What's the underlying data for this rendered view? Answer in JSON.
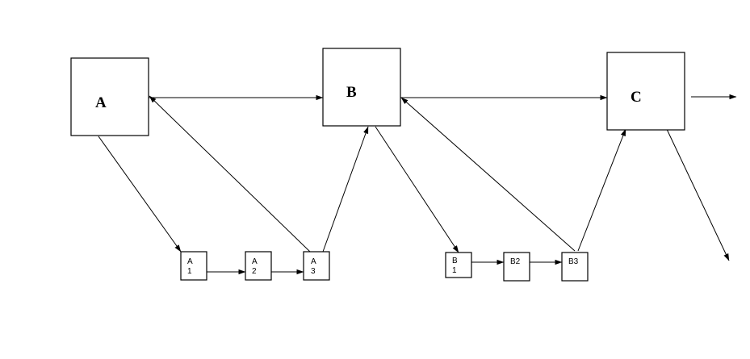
{
  "nodes": {
    "A": {
      "lines": [
        "A"
      ]
    },
    "B": {
      "lines": [
        "B"
      ]
    },
    "C": {
      "lines": [
        "C"
      ]
    },
    "A1": {
      "lines": [
        "A",
        "1"
      ]
    },
    "A2": {
      "lines": [
        "A",
        "2"
      ]
    },
    "A3": {
      "lines": [
        "A",
        "3"
      ]
    },
    "B1": {
      "lines": [
        "B",
        "1"
      ]
    },
    "B2": {
      "lines": [
        "B2"
      ]
    },
    "B3": {
      "lines": [
        "B3"
      ]
    }
  },
  "edges": [
    {
      "id": "a-to-b",
      "from": "A",
      "to": "B",
      "bidirectional": true
    },
    {
      "id": "b-to-c",
      "from": "B",
      "to": "C"
    },
    {
      "id": "c-out-right",
      "from": "C",
      "to": "outside-right"
    },
    {
      "id": "c-out-down",
      "from": "C",
      "to": "outside-down"
    },
    {
      "id": "a-to-a1",
      "from": "A",
      "to": "A1"
    },
    {
      "id": "a1-to-a2",
      "from": "A1",
      "to": "A2"
    },
    {
      "id": "a2-to-a3",
      "from": "A2",
      "to": "A3"
    },
    {
      "id": "a3-to-a",
      "from": "A3",
      "to": "A"
    },
    {
      "id": "a3-to-b",
      "from": "A3",
      "to": "B"
    },
    {
      "id": "b-to-b1",
      "from": "B",
      "to": "B1"
    },
    {
      "id": "b1-to-b2",
      "from": "B1",
      "to": "B2"
    },
    {
      "id": "b2-to-b3",
      "from": "B2",
      "to": "B3"
    },
    {
      "id": "b3-to-b",
      "from": "B3",
      "to": "B"
    },
    {
      "id": "b3-to-c",
      "from": "B3",
      "to": "C"
    }
  ]
}
